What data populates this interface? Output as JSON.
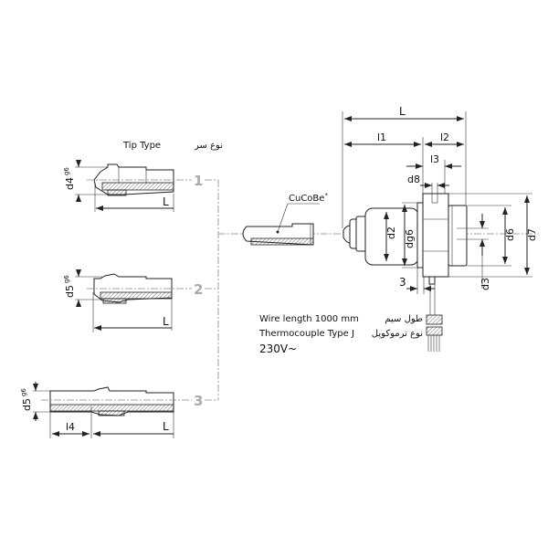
{
  "title_en": "Tip Type",
  "title_fa": "نوع سر",
  "tips": [
    {
      "number": "1",
      "diameter": "d4",
      "tol": "g6",
      "length": "L"
    },
    {
      "number": "2",
      "diameter": "d5",
      "tol": "g6",
      "length": "L"
    },
    {
      "number": "3",
      "diameter": "d5",
      "tol": "g6",
      "length": "L",
      "extra": "l4"
    }
  ],
  "material": "CuCoBe",
  "material_note": "*",
  "dims": {
    "L": "L",
    "l1": "l1",
    "l2": "l2",
    "l3": "l3",
    "d8": "d8",
    "d2": "d2",
    "dg6": "dg6",
    "d6": "d6",
    "d7": "d7",
    "d3": "d3",
    "three": "3"
  },
  "wire": {
    "length_en": "Wire length 1000 mm",
    "length_fa": "طول سیم",
    "tc_en": "Thermocouple Type J",
    "tc_fa": "نوع ترموکوپل",
    "voltage": "230V~"
  }
}
